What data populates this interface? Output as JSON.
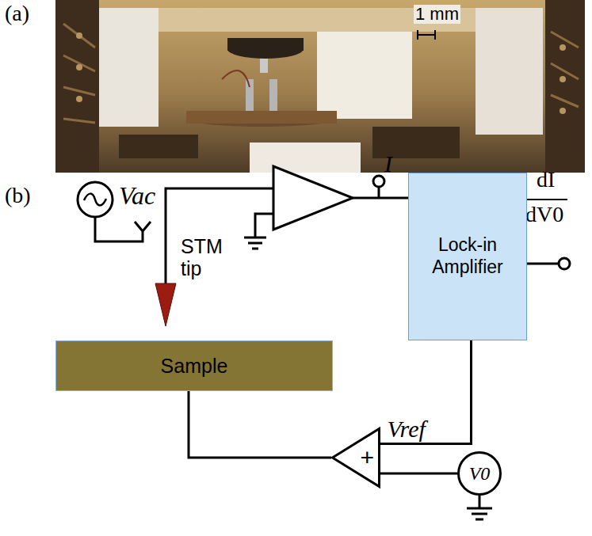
{
  "diagram": {
    "nodes": [
      {
        "text": [
          "Sample"
        ]
      },
      {
        "text": [
          "Lock-in Amplifier"
        ]
      },
      {
        "text": [
          "+"
        ]
      },
      {
        "text": [
          "V0"
        ]
      }
    ],
    "edges": [
      {
        "from": 1,
        "to": 2,
        "label": "Vref",
        "arrow": "none"
      },
      {
        "from": 3,
        "to": 2,
        "arrow": "none"
      },
      {
        "from": 2,
        "to": 0,
        "arrow": "none"
      }
    ],
    "labels": [
      "(a)",
      "1 mm",
      "(b)",
      "Vac",
      "STM tip",
      "I",
      "dI",
      "dV0"
    ]
  }
}
